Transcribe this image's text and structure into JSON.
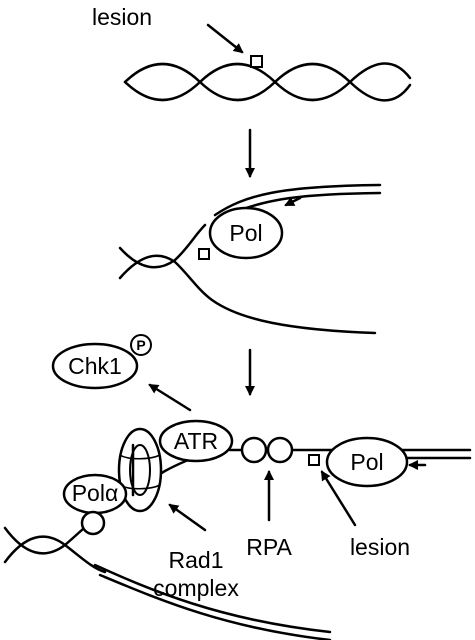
{
  "labels": {
    "top_lesion": "lesion",
    "pol_step2": "Pol",
    "chk1": "Chk1",
    "phospho": "P",
    "atr": "ATR",
    "pol_step3": "Pol",
    "pol_alpha": "Polα",
    "rpa": "RPA",
    "bottom_lesion": "lesion",
    "rad1_line1": "Rad1",
    "rad1_line2": "complex"
  }
}
